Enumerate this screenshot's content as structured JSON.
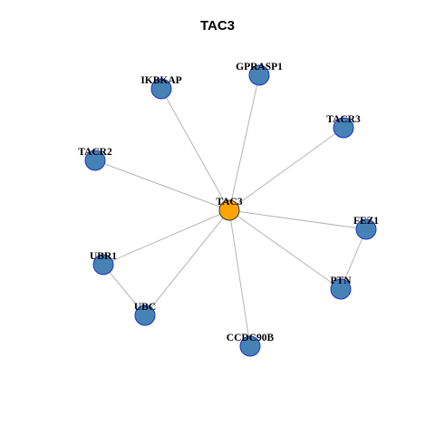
{
  "title": "TAC3",
  "colors": {
    "center_fill": "#FFA500",
    "node_fill": "#4682B4",
    "node_stroke": "#1E32C8",
    "center_stroke": "#333333",
    "edge": "#B4B4B4"
  },
  "network": {
    "center": "TAC3",
    "nodes": [
      {
        "id": "TAC3",
        "label": "TAC3",
        "role": "center"
      },
      {
        "id": "GPRASP1",
        "label": "GPRASP1",
        "role": "neighbor"
      },
      {
        "id": "IKBKAP",
        "label": "IKBKAP",
        "role": "neighbor"
      },
      {
        "id": "TACR3",
        "label": "TACR3",
        "role": "neighbor"
      },
      {
        "id": "TACR2",
        "label": "TACR2",
        "role": "neighbor"
      },
      {
        "id": "FEZ1",
        "label": "FEZ1",
        "role": "neighbor"
      },
      {
        "id": "UBR1",
        "label": "UBR1",
        "role": "neighbor"
      },
      {
        "id": "PTN",
        "label": "PTN",
        "role": "neighbor"
      },
      {
        "id": "UBC",
        "label": "UBC",
        "role": "neighbor"
      },
      {
        "id": "CCDC90B",
        "label": "CCDC90B",
        "role": "neighbor"
      }
    ],
    "edges": [
      [
        "TAC3",
        "GPRASP1"
      ],
      [
        "TAC3",
        "IKBKAP"
      ],
      [
        "TAC3",
        "TACR3"
      ],
      [
        "TAC3",
        "TACR2"
      ],
      [
        "TAC3",
        "FEZ1"
      ],
      [
        "TAC3",
        "UBR1"
      ],
      [
        "TAC3",
        "PTN"
      ],
      [
        "TAC3",
        "UBC"
      ],
      [
        "TAC3",
        "CCDC90B"
      ],
      [
        "FEZ1",
        "PTN"
      ],
      [
        "UBR1",
        "UBC"
      ]
    ]
  }
}
